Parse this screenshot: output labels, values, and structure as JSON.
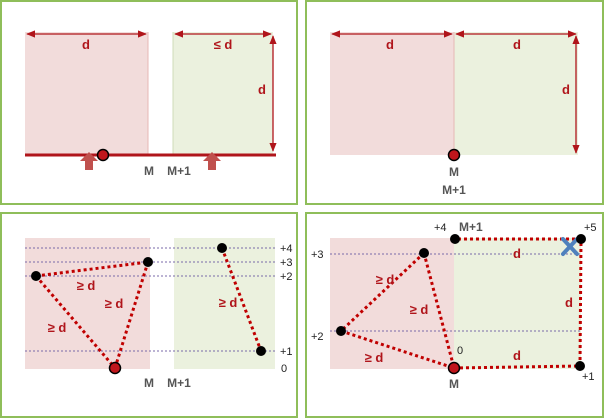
{
  "labels": {
    "d": "d",
    "le_d": "≤ d",
    "ge_d": "≥ d",
    "M": "M",
    "M1": "M+1",
    "zero": "0",
    "p1": "+1",
    "p2": "+2",
    "p3": "+3",
    "p4": "+4",
    "p5": "+5"
  },
  "colors": {
    "panel_border": "#8fbe5a",
    "left_region": "#f2dcdb",
    "right_region": "#ebf1de",
    "measure": "#b0151b",
    "point": "#000000",
    "median_point": "#c0161c",
    "dashed_edge": "#c00000",
    "guide": "#7a6aa8",
    "cross": "#4f81bd"
  },
  "panels": [
    {
      "id": "top-left",
      "description_labels": [
        "d",
        "≤ d",
        "d",
        "M",
        "M+1"
      ]
    },
    {
      "id": "top-right",
      "description_labels": [
        "d",
        "d",
        "d",
        "M",
        "M+1"
      ]
    },
    {
      "id": "bottom-left",
      "description_labels": [
        "≥ d",
        "+4",
        "+3",
        "+2",
        "+1",
        "0",
        "M",
        "M+1"
      ]
    },
    {
      "id": "bottom-right",
      "description_labels": [
        "≥ d",
        "d",
        "+5",
        "+4",
        "+3",
        "+2",
        "+1",
        "0",
        "M",
        "M+1"
      ]
    }
  ]
}
